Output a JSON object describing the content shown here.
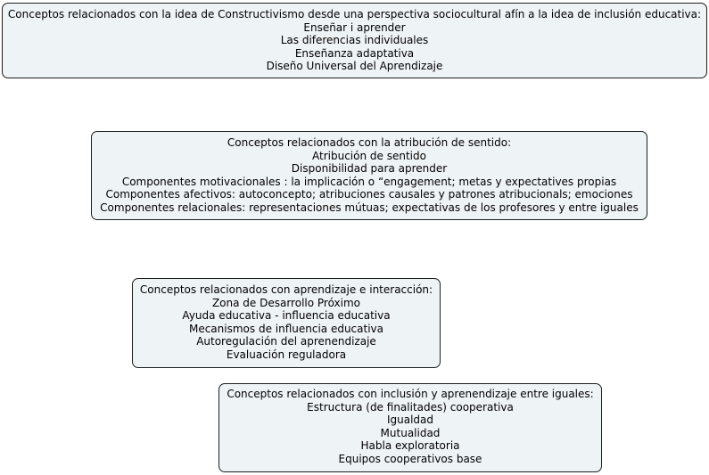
{
  "boxes": [
    {
      "title": "Conceptos relacionados con la idea de Constructivismo desde una perspectiva sociocultural afín a la idea de inclusión educativa:",
      "items": [
        "Enseñar i aprender",
        "Las diferencias individuales",
        "Enseñanza adaptativa",
        "Diseño Universal del Aprendizaje"
      ]
    },
    {
      "title": "Conceptos relacionados con la atribución de sentido:",
      "items": [
        "Atribución de sentido",
        "Disponibilidad para aprender",
        "Componentes motivacionales : la implicación o “engagement; metas y expectatives propias",
        "Componentes afectivos: autoconcepto; atribuciones causales y patrones atribucionals; emociones",
        "Componentes relacionales: representaciones mútuas; expectativas de los profesores y entre iguales"
      ]
    },
    {
      "title": "Conceptos relacionados con aprendizaje e interacción:",
      "items": [
        "Zona de Desarrollo Próximo",
        "Ayuda educativa - influencia educativa",
        "Mecanismos de influencia educativa",
        "Autoregulación del aprenendizaje",
        "Evaluación reguladora"
      ]
    },
    {
      "title": "Conceptos relacionados con inclusión y aprenendizaje entre iguales:",
      "items": [
        "Estructura (de finalitades) cooperativa",
        "Igualdad",
        "Mutualidad",
        "Habla exploratoria",
        "Equipos cooperativos base"
      ]
    }
  ]
}
